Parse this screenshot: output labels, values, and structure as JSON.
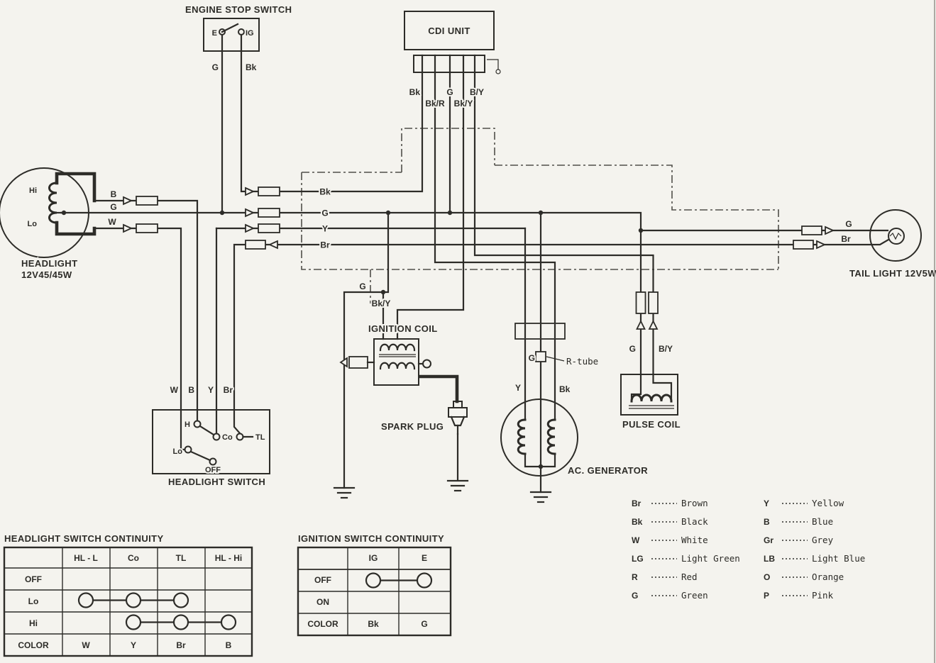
{
  "canvas": {
    "bg": "#f4f3ee",
    "ink": "#2d2c28"
  },
  "engine_stop_switch": {
    "title": "ENGINE STOP SWITCH",
    "e": "E",
    "ig": "IG",
    "g": "G",
    "bk": "Bk"
  },
  "cdi": {
    "title": "CDI UNIT",
    "pin_bk": "Bk",
    "pin_bkr": "Bk/R",
    "pin_g": "G",
    "pin_bky": "Bk/Y",
    "pin_by": "B/Y"
  },
  "bus": {
    "bk": "Bk",
    "g": "G",
    "y": "Y",
    "br": "Br"
  },
  "headlight": {
    "title": "HEADLIGHT",
    "subtitle": "12V45/45W",
    "hi": "Hi",
    "lo": "Lo",
    "b": "B",
    "g": "G",
    "w": "W"
  },
  "tail_light": {
    "title": "TAIL LIGHT 12V5W",
    "g": "G",
    "br": "Br"
  },
  "ignition_coil": {
    "title": "IGNITION COIL",
    "g": "G",
    "bky": "Bk/Y"
  },
  "spark_plug": {
    "title": "SPARK PLUG"
  },
  "generator": {
    "title": "AC. GENERATOR",
    "y": "Y",
    "g": "G",
    "bk": "Bk",
    "r_tube": "R-tube"
  },
  "pulse_coil": {
    "title": "PULSE COIL",
    "g": "G",
    "by": "B/Y"
  },
  "headlight_switch": {
    "title": "HEADLIGHT SWITCH",
    "h": "H",
    "co": "Co",
    "tl": "TL",
    "lo": "Lo",
    "off": "OFF",
    "w": "W",
    "b": "B",
    "y": "Y",
    "br": "Br"
  },
  "hl_table": {
    "title": "HEADLIGHT SWITCH CONTINUITY",
    "col1": "HL - L",
    "col2": "Co",
    "col3": "TL",
    "col4": "HL - Hi",
    "row_off": "OFF",
    "row_lo": "Lo",
    "row_hi": "Hi",
    "row_color": "COLOR",
    "c1": "W",
    "c2": "Y",
    "c3": "Br",
    "c4": "B",
    "connections": {
      "OFF": [],
      "Lo": [
        "HL - L",
        "Co",
        "TL"
      ],
      "Hi": [
        "Co",
        "TL",
        "HL - Hi"
      ]
    }
  },
  "ig_table": {
    "title": "IGNITION SWITCH CONTINUITY",
    "col1": "IG",
    "col2": "E",
    "row_off": "OFF",
    "row_on": "ON",
    "row_color": "COLOR",
    "c1": "Bk",
    "c2": "G",
    "connections": {
      "OFF": [
        "IG",
        "E"
      ],
      "ON": []
    }
  },
  "legend": {
    "left": [
      {
        "code": "Br",
        "name": "Brown"
      },
      {
        "code": "Bk",
        "name": "Black"
      },
      {
        "code": "W",
        "name": "White"
      },
      {
        "code": "LG",
        "name": "Light Green"
      },
      {
        "code": "R",
        "name": "Red"
      },
      {
        "code": "G",
        "name": "Green"
      }
    ],
    "right": [
      {
        "code": "Y",
        "name": "Yellow"
      },
      {
        "code": "B",
        "name": "Blue"
      },
      {
        "code": "Gr",
        "name": "Grey"
      },
      {
        "code": "LB",
        "name": "Light Blue"
      },
      {
        "code": "O",
        "name": "Orange"
      },
      {
        "code": "P",
        "name": "Pink"
      }
    ]
  }
}
